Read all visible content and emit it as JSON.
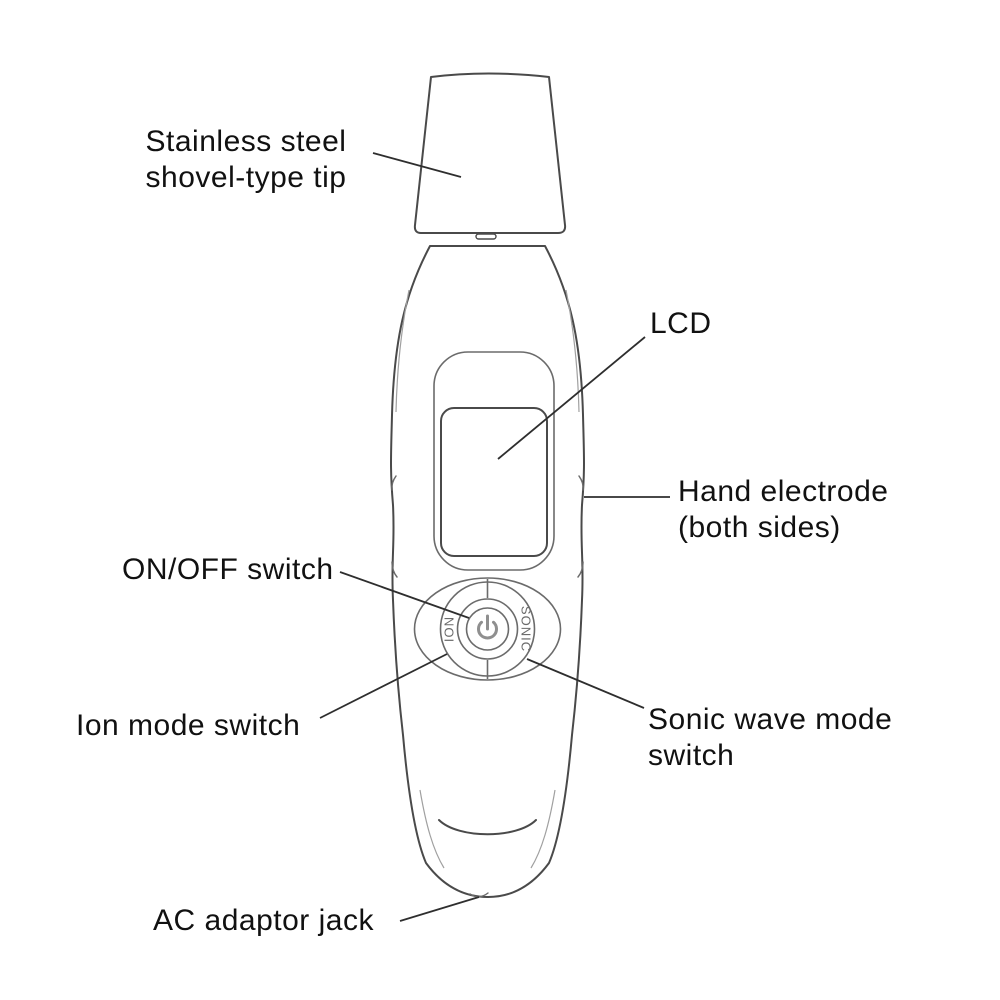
{
  "diagram": {
    "labels": {
      "tip": "Stainless steel\nshovel-type tip",
      "lcd": "LCD",
      "hand_electrode": "Hand electrode\n(both sides)",
      "on_off": "ON/OFF switch",
      "ion": "Ion mode switch",
      "sonic": "Sonic wave mode\nswitch",
      "ac_jack": "AC adaptor jack"
    },
    "device": {
      "dial_ion_text": "ION",
      "dial_sonic_text": "SONIC",
      "power_icon": "power-icon"
    },
    "colors": {
      "background": "#ffffff",
      "outline": "#4a4a4a",
      "detail": "#6b6b6b",
      "faint": "#a0a0a0",
      "text": "#111111"
    }
  }
}
